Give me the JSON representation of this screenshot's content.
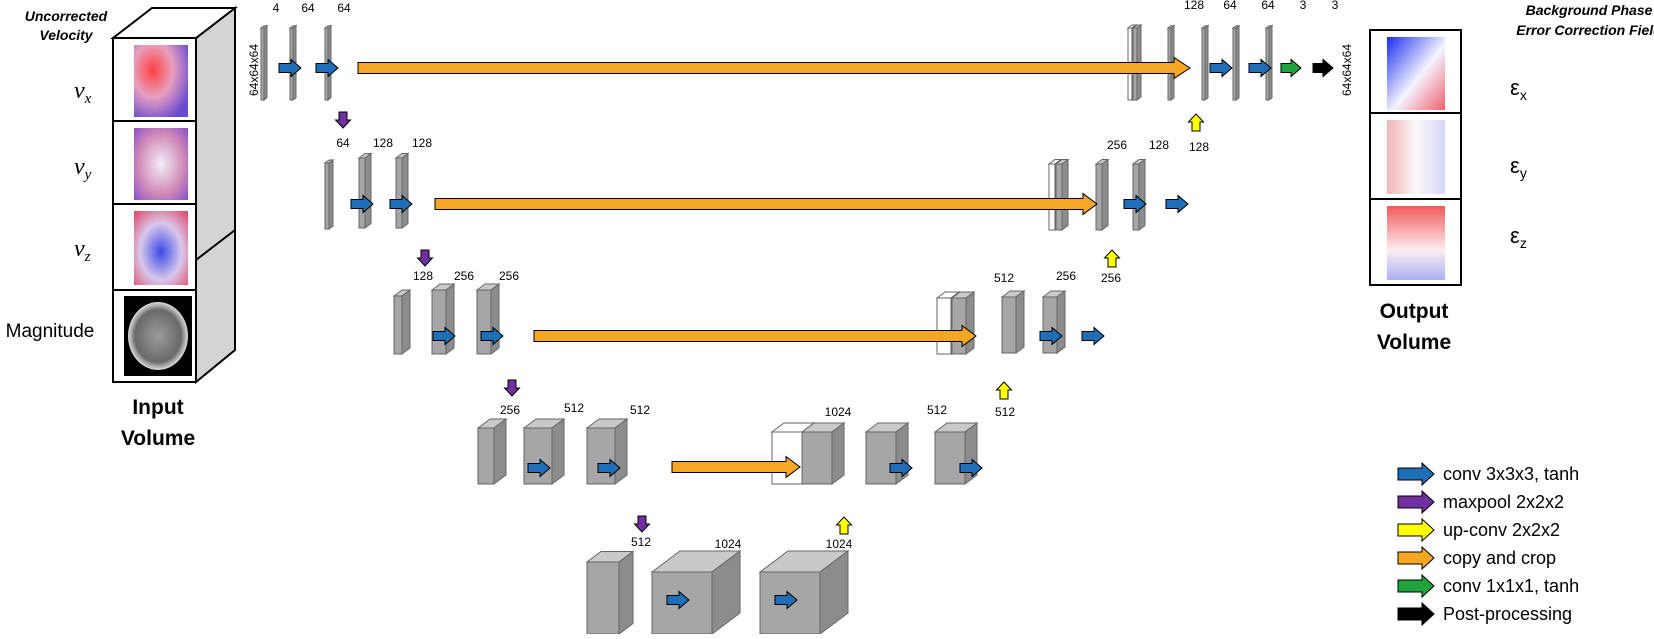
{
  "input_panel": {
    "title_line1": "Uncorrected",
    "title_line2": "Velocity",
    "row_labels": [
      "v",
      "v",
      "v"
    ],
    "row_subscripts": [
      "x",
      "y",
      "z"
    ],
    "magnitude_label": "Magnitude",
    "caption_line1": "Input",
    "caption_line2": "Volume"
  },
  "output_panel": {
    "title_line1": "Background Phase",
    "title_line2": "Error Correction Field",
    "row_labels": [
      "ε",
      "ε",
      "ε"
    ],
    "row_subscripts": [
      "x",
      "y",
      "z"
    ],
    "caption_line1": "Output",
    "caption_line2": "Volume"
  },
  "network": {
    "input_dim_label": "64x64x64",
    "output_dim_label": "64x64x64",
    "level1_channels": [
      "4",
      "64",
      "64"
    ],
    "level1_decoder_channels": [
      "128",
      "64",
      "64",
      "3",
      "3"
    ],
    "level2_channels": [
      "64",
      "128",
      "128"
    ],
    "level2_decoder_channels": [
      "256",
      "128",
      "128"
    ],
    "level3_channels": [
      "128",
      "256",
      "256"
    ],
    "level3_decoder_channels": [
      "512",
      "256",
      "256"
    ],
    "level4_channels": [
      "256",
      "512",
      "512"
    ],
    "level4_decoder_channels": [
      "1024",
      "512",
      "512"
    ],
    "bottleneck_channels": [
      "512",
      "1024",
      "1024"
    ]
  },
  "legend": {
    "items": [
      {
        "label": "conv 3x3x3, tanh",
        "color": "#1f6fb8"
      },
      {
        "label": "maxpool 2x2x2",
        "color": "#7030a0"
      },
      {
        "label": "up-conv 2x2x2",
        "color": "#ffff00"
      },
      {
        "label": "copy and crop",
        "color": "#f5a623"
      },
      {
        "label": "conv 1x1x1, tanh",
        "color": "#1fa33a"
      },
      {
        "label": "Post-processing",
        "color": "#000000"
      }
    ]
  }
}
